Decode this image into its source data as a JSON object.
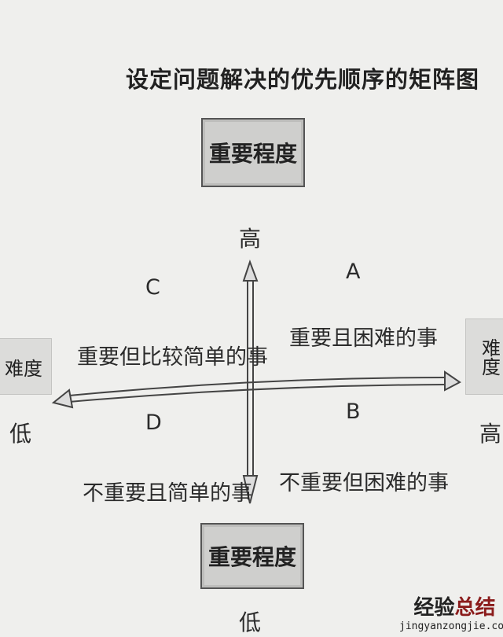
{
  "title": "设定问题解决的优先顺序的矩阵图",
  "axes": {
    "importance_top_label": "重要程度",
    "importance_high": "高",
    "importance_bottom_label": "重要程度",
    "importance_low": "低",
    "difficulty_left_label": "难度",
    "difficulty_low": "低",
    "difficulty_right_label": "难度",
    "difficulty_high": "高"
  },
  "quadrants": [
    {
      "letter": "A",
      "text": "重要且困难的事"
    },
    {
      "letter": "B",
      "text": "不重要但困难的事"
    },
    {
      "letter": "C",
      "text": "重要但比较简单的事"
    },
    {
      "letter": "D",
      "text": "不重要且简单的事"
    }
  ],
  "watermark": {
    "part1": "经验",
    "part2": "总结",
    "url": "jingyanzongjie.com"
  }
}
